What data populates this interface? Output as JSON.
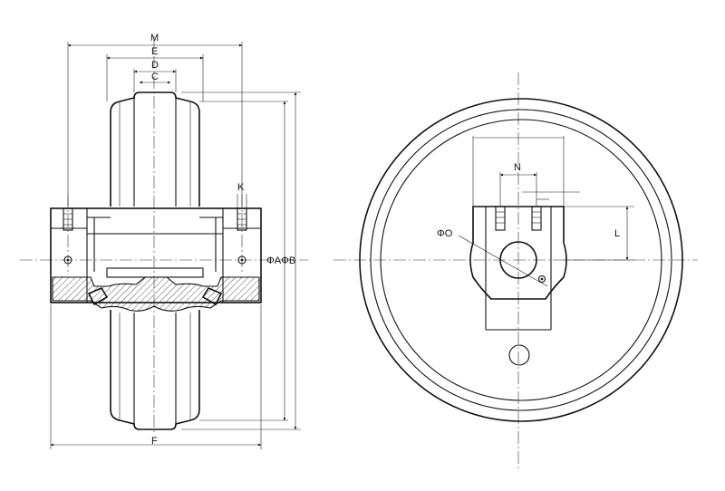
{
  "labels": {
    "M": "M",
    "E": "E",
    "D": "D",
    "C": "C",
    "K": "K",
    "F": "F",
    "phiA_phiB": "ΦAΦB",
    "N": "N",
    "phiO": "ΦO",
    "L": "L"
  }
}
